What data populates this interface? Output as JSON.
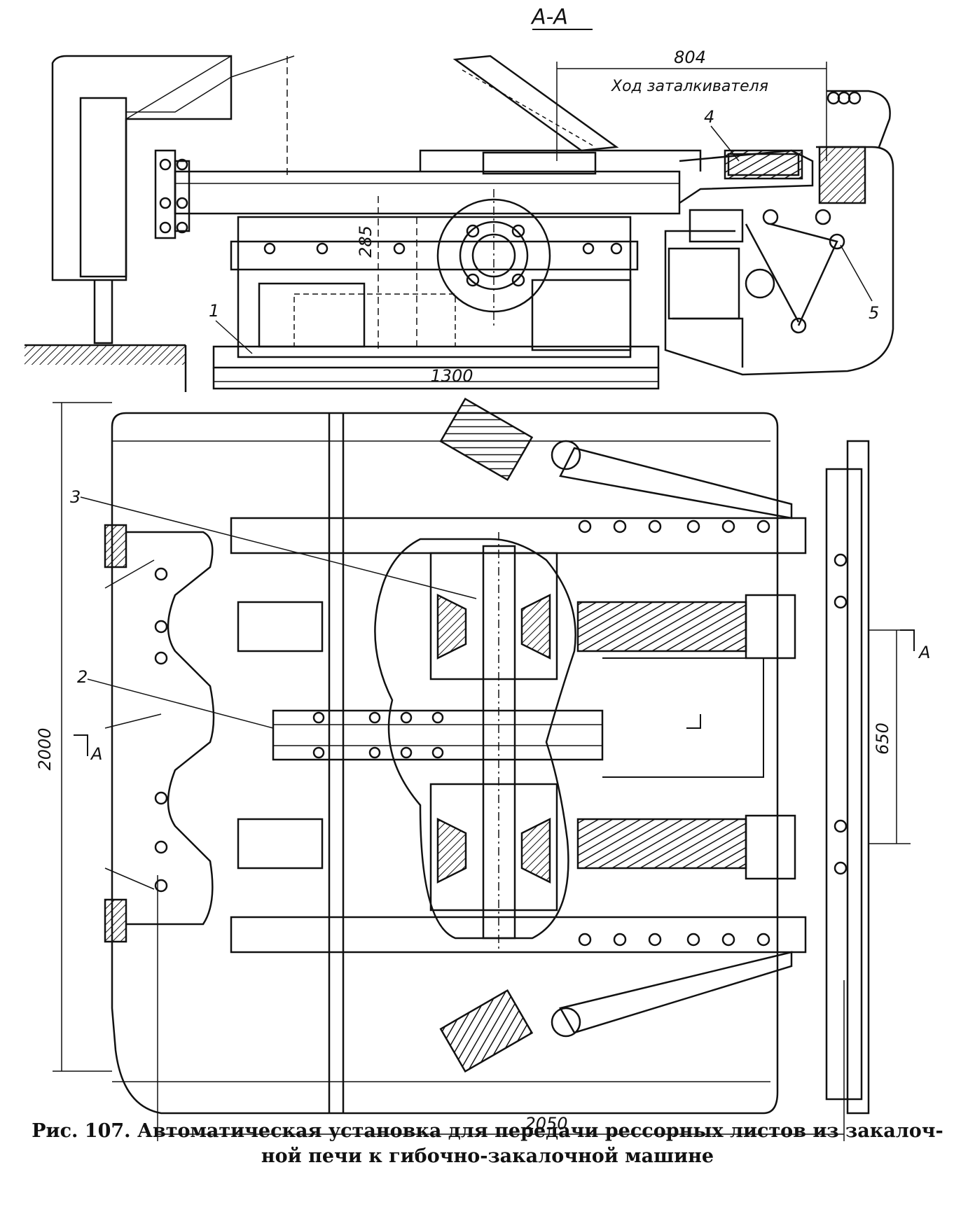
{
  "section_label": "А-А",
  "dimensions": {
    "stroke": "804",
    "stroke_text": "Ход заталкивателя",
    "height_285": "285",
    "width_1300": "1300",
    "height_2000": "2000",
    "spacing_650": "650",
    "width_2050": "2050"
  },
  "callouts": [
    "1",
    "2",
    "3",
    "4",
    "5"
  ],
  "cut_marks": {
    "left": "А",
    "right": "А"
  },
  "caption": {
    "line1": "Рис. 107. Автоматическая установка для передачи рессорных листов из закалоч-",
    "line2": "ной печи к гибочно-закалочной машине"
  }
}
